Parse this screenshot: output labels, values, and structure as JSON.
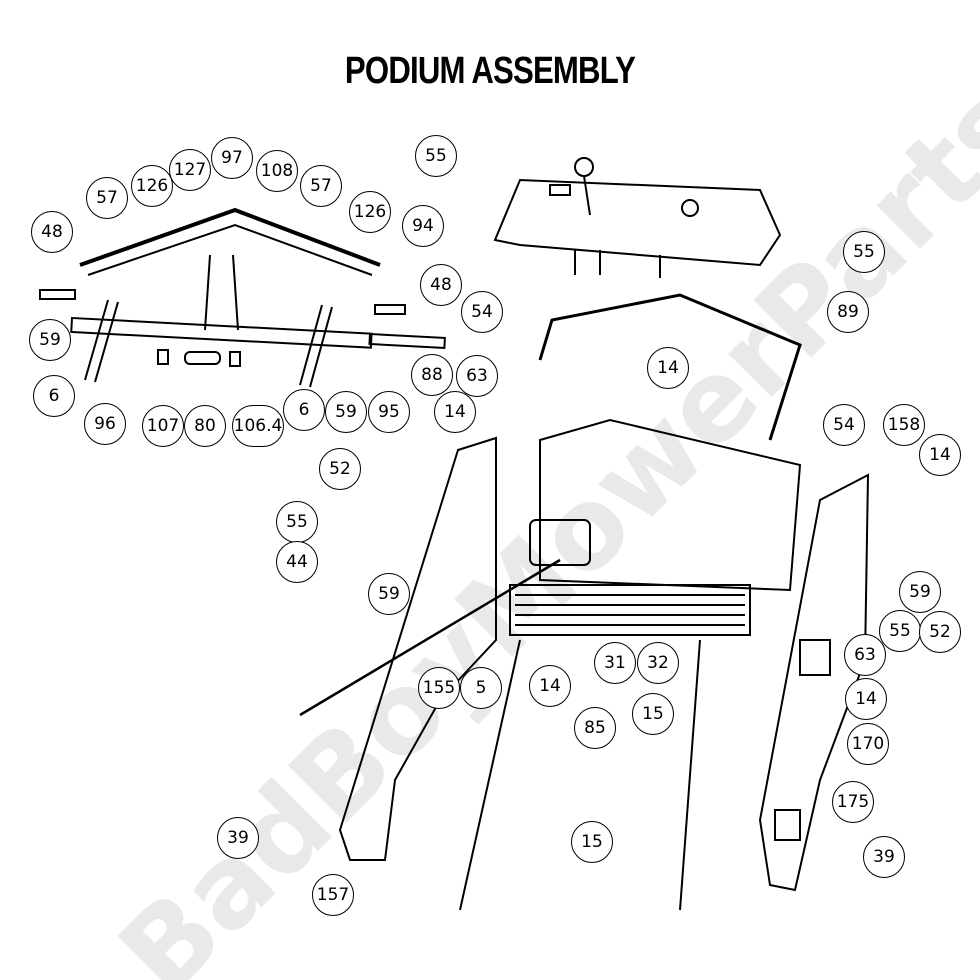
{
  "title": "PODIUM ASSEMBLY",
  "watermark": "BadBoyMowerParts.com",
  "callouts": [
    "48",
    "57",
    "126",
    "127",
    "97",
    "108",
    "57",
    "126",
    "94",
    "48",
    "59",
    "6",
    "96",
    "107",
    "80",
    "106.4",
    "6",
    "59",
    "95",
    "88",
    "55",
    "55",
    "89",
    "54",
    "14",
    "63",
    "14",
    "54",
    "158",
    "14",
    "52",
    "55",
    "44",
    "59",
    "155",
    "5",
    "14",
    "85",
    "31",
    "32",
    "15",
    "59",
    "55",
    "52",
    "63",
    "14",
    "170",
    "175",
    "39",
    "15",
    "39",
    "157"
  ]
}
